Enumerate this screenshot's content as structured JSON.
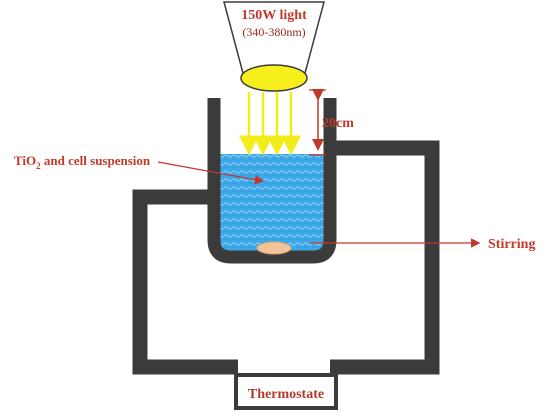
{
  "lamp": {
    "power_label": "150W light",
    "wavelength_label": "(340-380nm)"
  },
  "distance_label": "20cm",
  "suspension_label": {
    "prefix": "TiO",
    "subscript": "2",
    "suffix": " and cell suspension"
  },
  "stirring_label": "Stirring",
  "thermostat_label": "Thermostate",
  "colors": {
    "wall": "#3b3b3b",
    "liquid": "#3da9e8",
    "light_rays": "#f2ec1a",
    "lamp_face": "#f7ef1c",
    "label_red": "#c0392b",
    "stir_bar": "#f3c49a"
  }
}
